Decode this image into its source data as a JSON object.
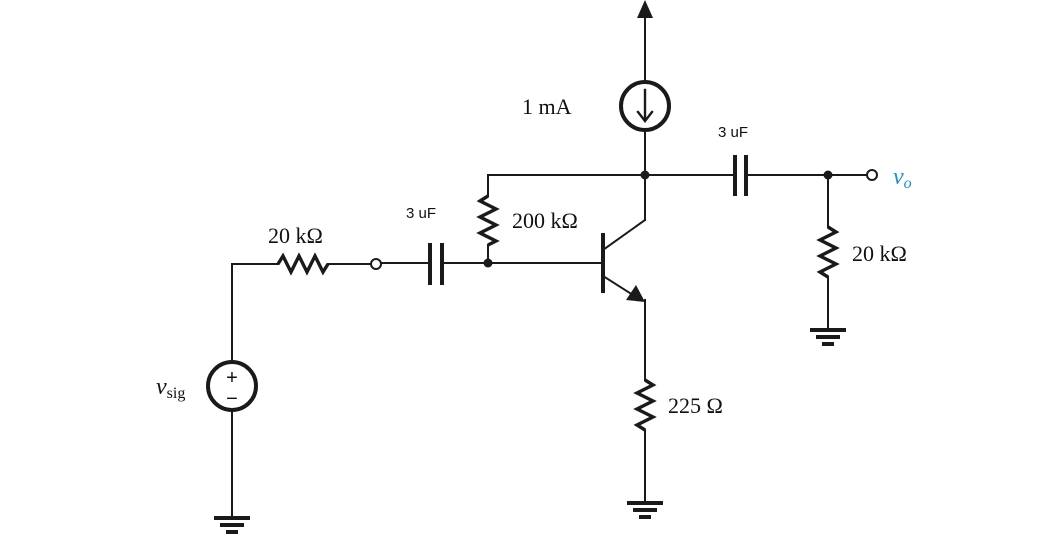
{
  "labels": {
    "current_source": "1 mA",
    "cap_output": "3 uF",
    "cap_input": "3 uF",
    "r_bias": "200 kΩ",
    "r_sig": "20 kΩ",
    "r_load": "20 kΩ",
    "r_emitter": "225 Ω",
    "v_sig_main": "v",
    "v_sig_sub": "sig",
    "v_out_main": "v",
    "v_out_sub": "o",
    "plus": "+",
    "minus": "−"
  },
  "colors": {
    "wire": "#1a1a1a",
    "output_label": "#1a8fd6"
  }
}
